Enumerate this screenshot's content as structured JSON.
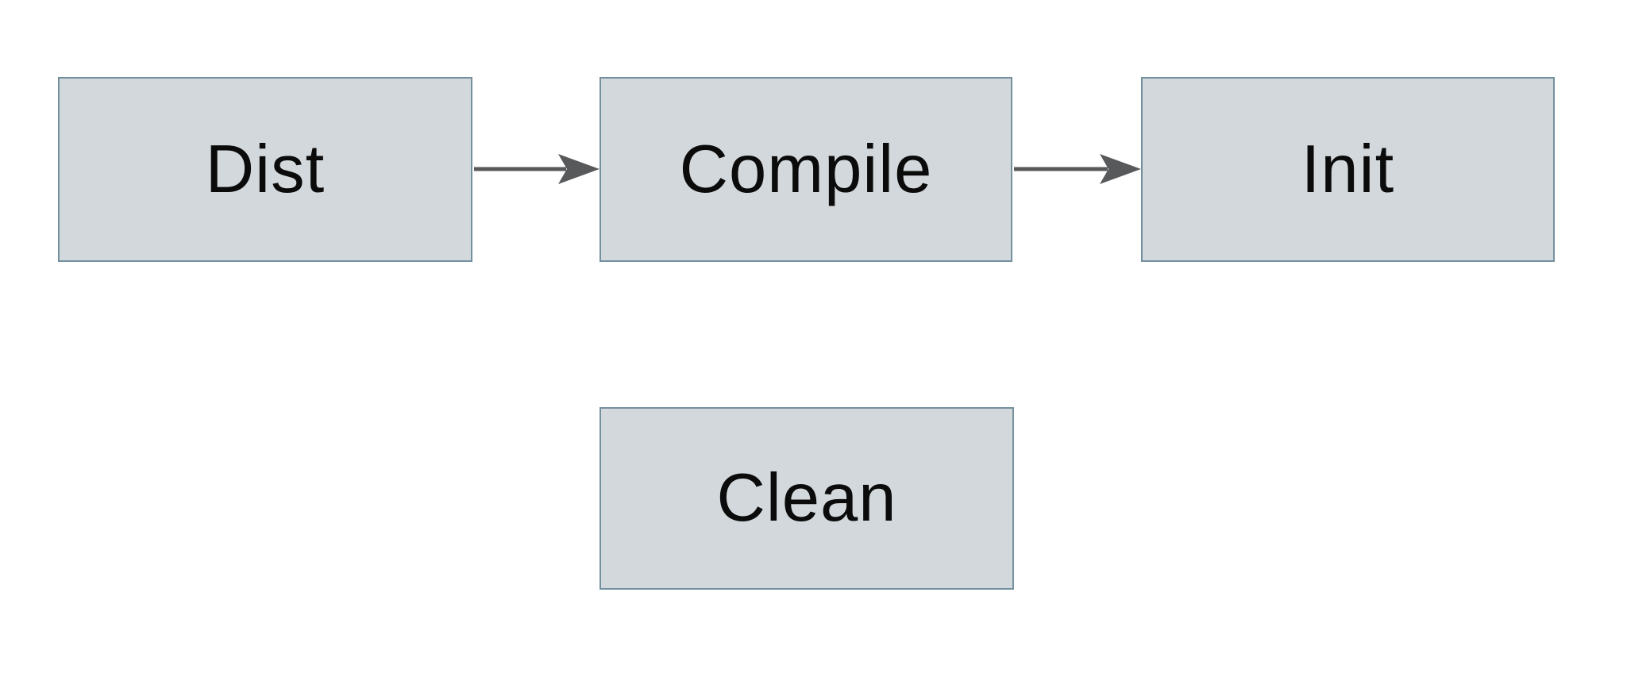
{
  "diagram": {
    "nodes": [
      {
        "id": "dist",
        "label": "Dist"
      },
      {
        "id": "compile",
        "label": "Compile"
      },
      {
        "id": "init",
        "label": "Init"
      },
      {
        "id": "clean",
        "label": "Clean"
      }
    ],
    "edges": [
      {
        "from": "Dist",
        "to": "Compile",
        "direction": "right"
      },
      {
        "from": "Compile",
        "to": "Init",
        "direction": "right"
      }
    ],
    "colors": {
      "node_fill": "#d2d8db",
      "node_border": "#74909e",
      "arrow": "#58595b",
      "text": "#0b0b0b",
      "background": "#ffffff"
    }
  }
}
